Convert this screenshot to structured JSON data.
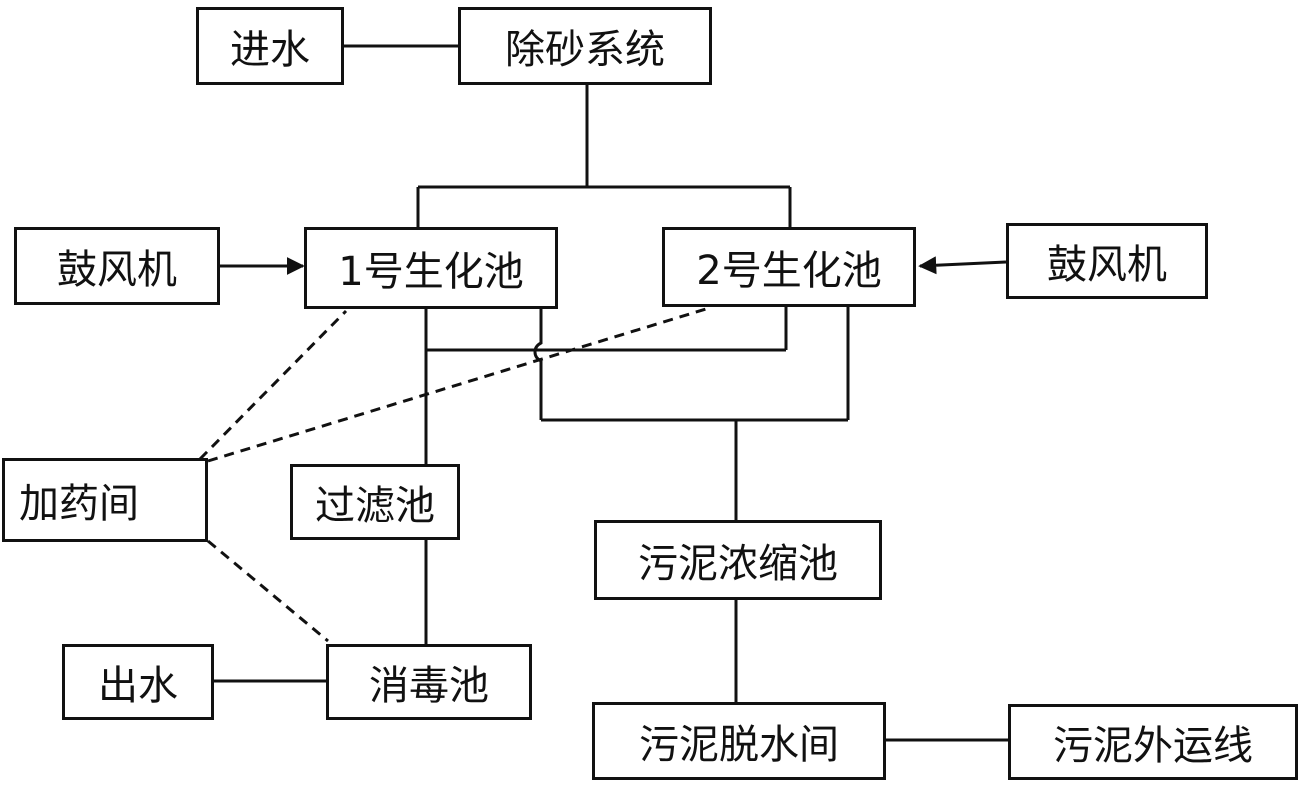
{
  "nodes": {
    "inflow": "进水",
    "grit_removal": "除砂系统",
    "blower_left": "鼓风机",
    "bio_tank_1": "1号生化池",
    "bio_tank_2": "2号生化池",
    "blower_right": "鼓风机",
    "dosing_room": "加药间",
    "filter_tank": "过滤池",
    "sludge_thickener": "污泥浓缩池",
    "outflow": "出水",
    "disinfection_tank": "消毒池",
    "sludge_dewatering": "污泥脱水间",
    "sludge_transport": "污泥外运线"
  },
  "colors": {
    "line": "#111111",
    "box_border": "#111111",
    "background": "#ffffff"
  }
}
